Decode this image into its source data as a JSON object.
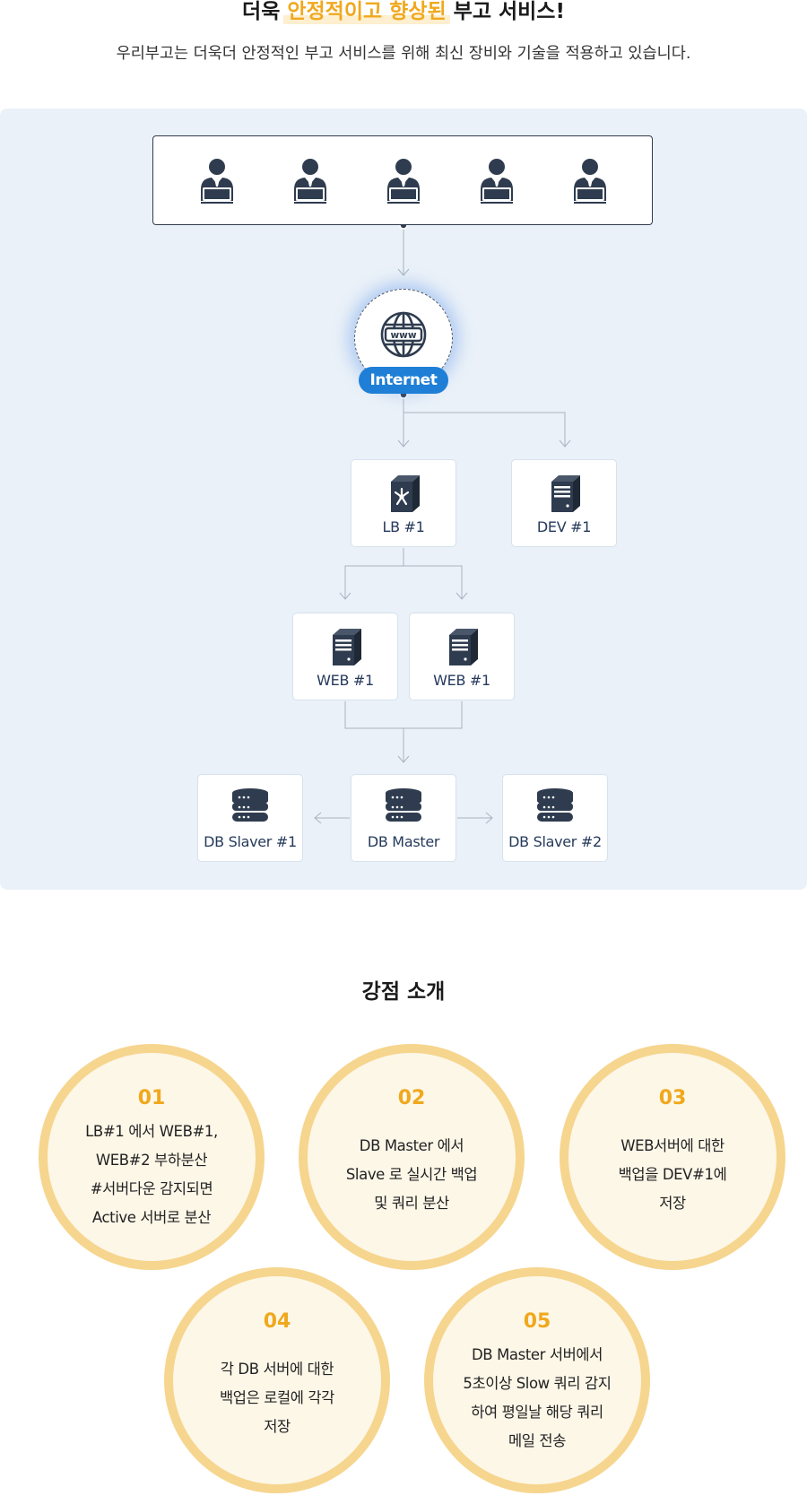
{
  "header": {
    "title_pre": "더욱 ",
    "title_highlight": "안정적이고 향상된",
    "title_post": " 부고 서비스!",
    "subtitle": "우리부고는 더욱더 안정적인 부고 서비스를 위해 최신 장비와 기술을 적용하고 있습니다."
  },
  "diagram": {
    "user_icon": "user-laptop-icon",
    "internet_label": "Internet",
    "globe_icon": "globe-www-icon",
    "globe_text": "www",
    "nodes": {
      "lb": "LB #1",
      "dev": "DEV #1",
      "web1": "WEB #1",
      "web2": "WEB #1",
      "db_slave1": "DB Slaver #1",
      "db_master": "DB Master",
      "db_slave2": "DB Slaver #2"
    },
    "colors": {
      "accent": "#f0a81d",
      "internet_blue": "#1f7fd6",
      "panel_bg": "#eaf1f8",
      "icon_dark": "#2f3c4f"
    }
  },
  "strengths": {
    "title": "강점 소개",
    "items": [
      {
        "num": "01",
        "text": "LB#1 에서 WEB#1,\nWEB#2 부하분산\n#서버다운 감지되면\nActive 서버로 분산"
      },
      {
        "num": "02",
        "text": "DB Master 에서\nSlave 로 실시간 백업\n및 쿼리 분산"
      },
      {
        "num": "03",
        "text": "WEB서버에 대한\n백업을 DEV#1에\n저장"
      },
      {
        "num": "04",
        "text": "각 DB 서버에 대한\n백업은 로컬에 각각\n저장"
      },
      {
        "num": "05",
        "text": "DB Master 서버에서\n5초이상 Slow 쿼리 감지\n하여 평일날 해당 쿼리\n메일 전송"
      }
    ]
  }
}
